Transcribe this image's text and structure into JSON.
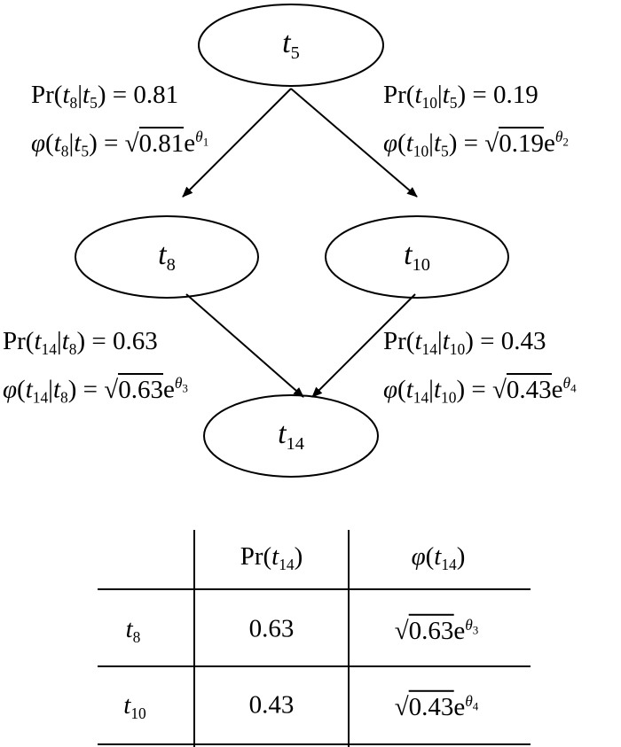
{
  "symbols": {
    "pr": "Pr",
    "phi": "φ",
    "t": "t",
    "e": "e",
    "theta": "θ",
    "sqrt": "√",
    "eq": " = ",
    "bar": "|",
    "open": "(",
    "close": ")"
  },
  "nodes": [
    {
      "id": "t5",
      "sub": "5"
    },
    {
      "id": "t8",
      "sub": "8"
    },
    {
      "id": "t10",
      "sub": "10"
    },
    {
      "id": "t14",
      "sub": "14"
    }
  ],
  "edges": [
    {
      "to": "8",
      "from": "5",
      "pr": "0.81",
      "theta": "1"
    },
    {
      "to": "10",
      "from": "5",
      "pr": "0.19",
      "theta": "2"
    },
    {
      "to": "14",
      "from": "8",
      "pr": "0.63",
      "theta": "3"
    },
    {
      "to": "14",
      "from": "10",
      "pr": "0.43",
      "theta": "4"
    }
  ],
  "table": {
    "col_sub": "14",
    "rows": [
      {
        "sub": "8",
        "pr": "0.63",
        "theta": "3"
      },
      {
        "sub": "10",
        "pr": "0.43",
        "theta": "4"
      }
    ]
  }
}
